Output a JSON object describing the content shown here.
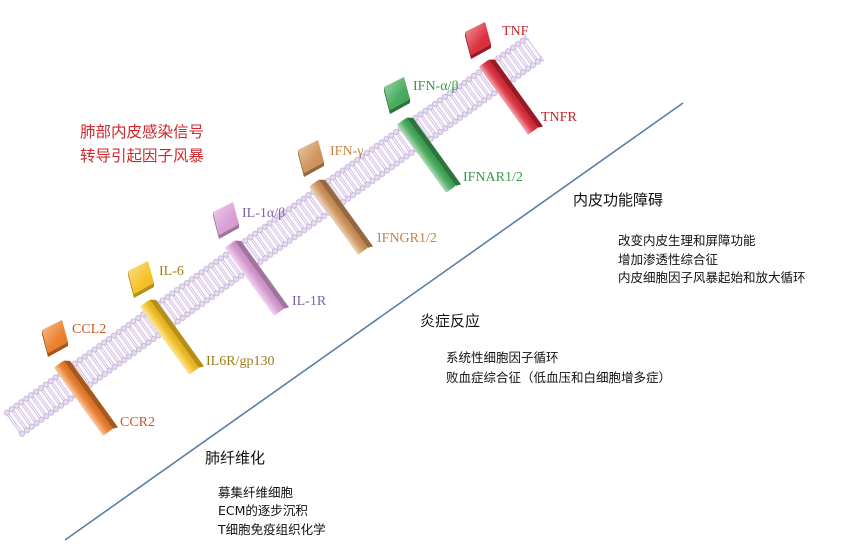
{
  "title": {
    "line1": "肺部内皮感染信号",
    "line2": "转导引起因子风暴",
    "color": "#d0282c"
  },
  "pathways": [
    {
      "ligand": "CCL2",
      "receptor": "CCR2",
      "color": "#ec7a24",
      "label_color": "#c85a1e"
    },
    {
      "ligand": "IL-6",
      "receptor": "IL6R/gp130",
      "color": "#f5bf1e",
      "label_color": "#a07c18"
    },
    {
      "ligand": "IL-1α/β",
      "receptor": "IL-1R",
      "color": "#d99ad3",
      "label_color": "#7d62a6"
    },
    {
      "ligand": "IFN-γ",
      "receptor": "IFNGR1/2",
      "color": "#cf9055",
      "label_color": "#c8843f"
    },
    {
      "ligand": "IFN-α/β",
      "receptor": "IFNAR1/2",
      "color": "#3ea754",
      "label_color": "#3a9848"
    },
    {
      "ligand": "TNF",
      "receptor": "TNFR",
      "color": "#dc2636",
      "label_color": "#c8232c"
    }
  ],
  "outcomes": {
    "endothelial": {
      "heading": "内皮功能障碍",
      "items": [
        "改变内皮生理和屏障功能",
        "增加渗透性综合征",
        "内皮细胞因子风暴起始和放大循环"
      ]
    },
    "inflammation": {
      "heading": "炎症反应",
      "items": [
        "系统性细胞因子循环",
        "败血症综合征（低血压和白细胞增多症）"
      ]
    },
    "fibrosis": {
      "heading": "肺纤维化",
      "items": [
        "募集纤维细胞",
        "ECM的逐步沉积",
        "T细胞免疫组织化学"
      ]
    }
  },
  "colors": {
    "divider_line": "#5b80a5",
    "membrane": "#c9b5db"
  }
}
